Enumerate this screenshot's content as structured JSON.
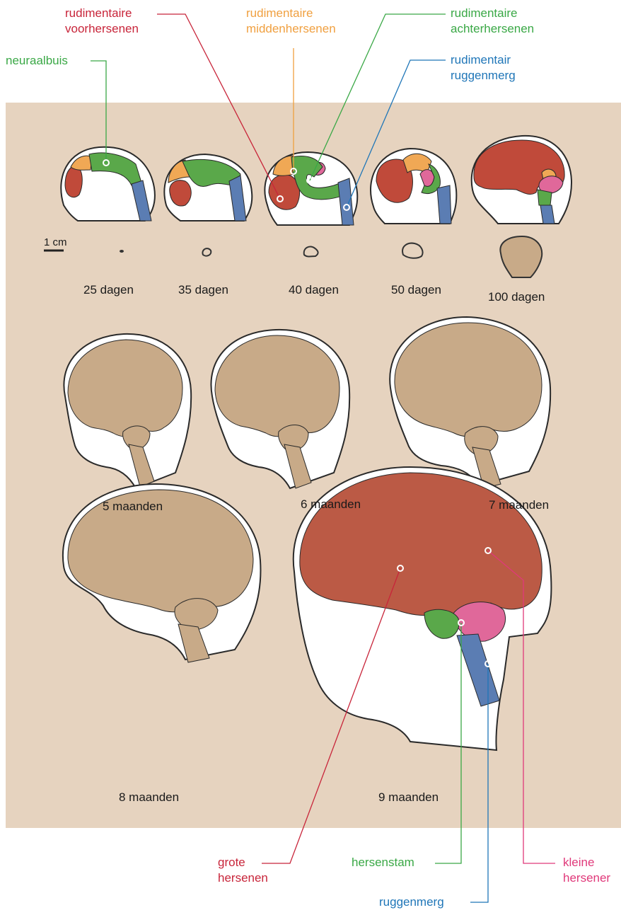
{
  "colors": {
    "background_panel": "#e6d3bf",
    "forebrain": "#c04a3a",
    "midbrain": "#f0a855",
    "hindbrain": "#5aa84a",
    "spinal_cord": "#5b7db3",
    "cerebellum": "#e0689a",
    "fetal_brain": "#c8aa88",
    "cerebrum_mature": "#bb5a45",
    "label_red": "#c8253a",
    "label_orange": "#f0a040",
    "label_green": "#3aa846",
    "label_blue": "#1f76b8",
    "label_pink": "#e0397a"
  },
  "labels": {
    "forebrain": "rudimentaire\nvoorhersenen",
    "midbrain": "rudimentaire\nmiddenhersenen",
    "hindbrain": "rudimentaire\nachterhersenen",
    "neural_tube": "neuraalbuis",
    "spinal_cord": "rudimentair\nruggenmerg",
    "cerebrum": "grote\nhersenen",
    "brainstem": "hersenstam",
    "cerebellum": "kleine\nhersener",
    "spinal_cord_mature": "ruggenmerg"
  },
  "scale_label": "1 cm",
  "stages": [
    "25 dagen",
    "35 dagen",
    "40 dagen",
    "50 dagen",
    "100 dagen",
    "5 maanden",
    "6 maanden",
    "7 maanden",
    "8 maanden",
    "9 maanden"
  ]
}
